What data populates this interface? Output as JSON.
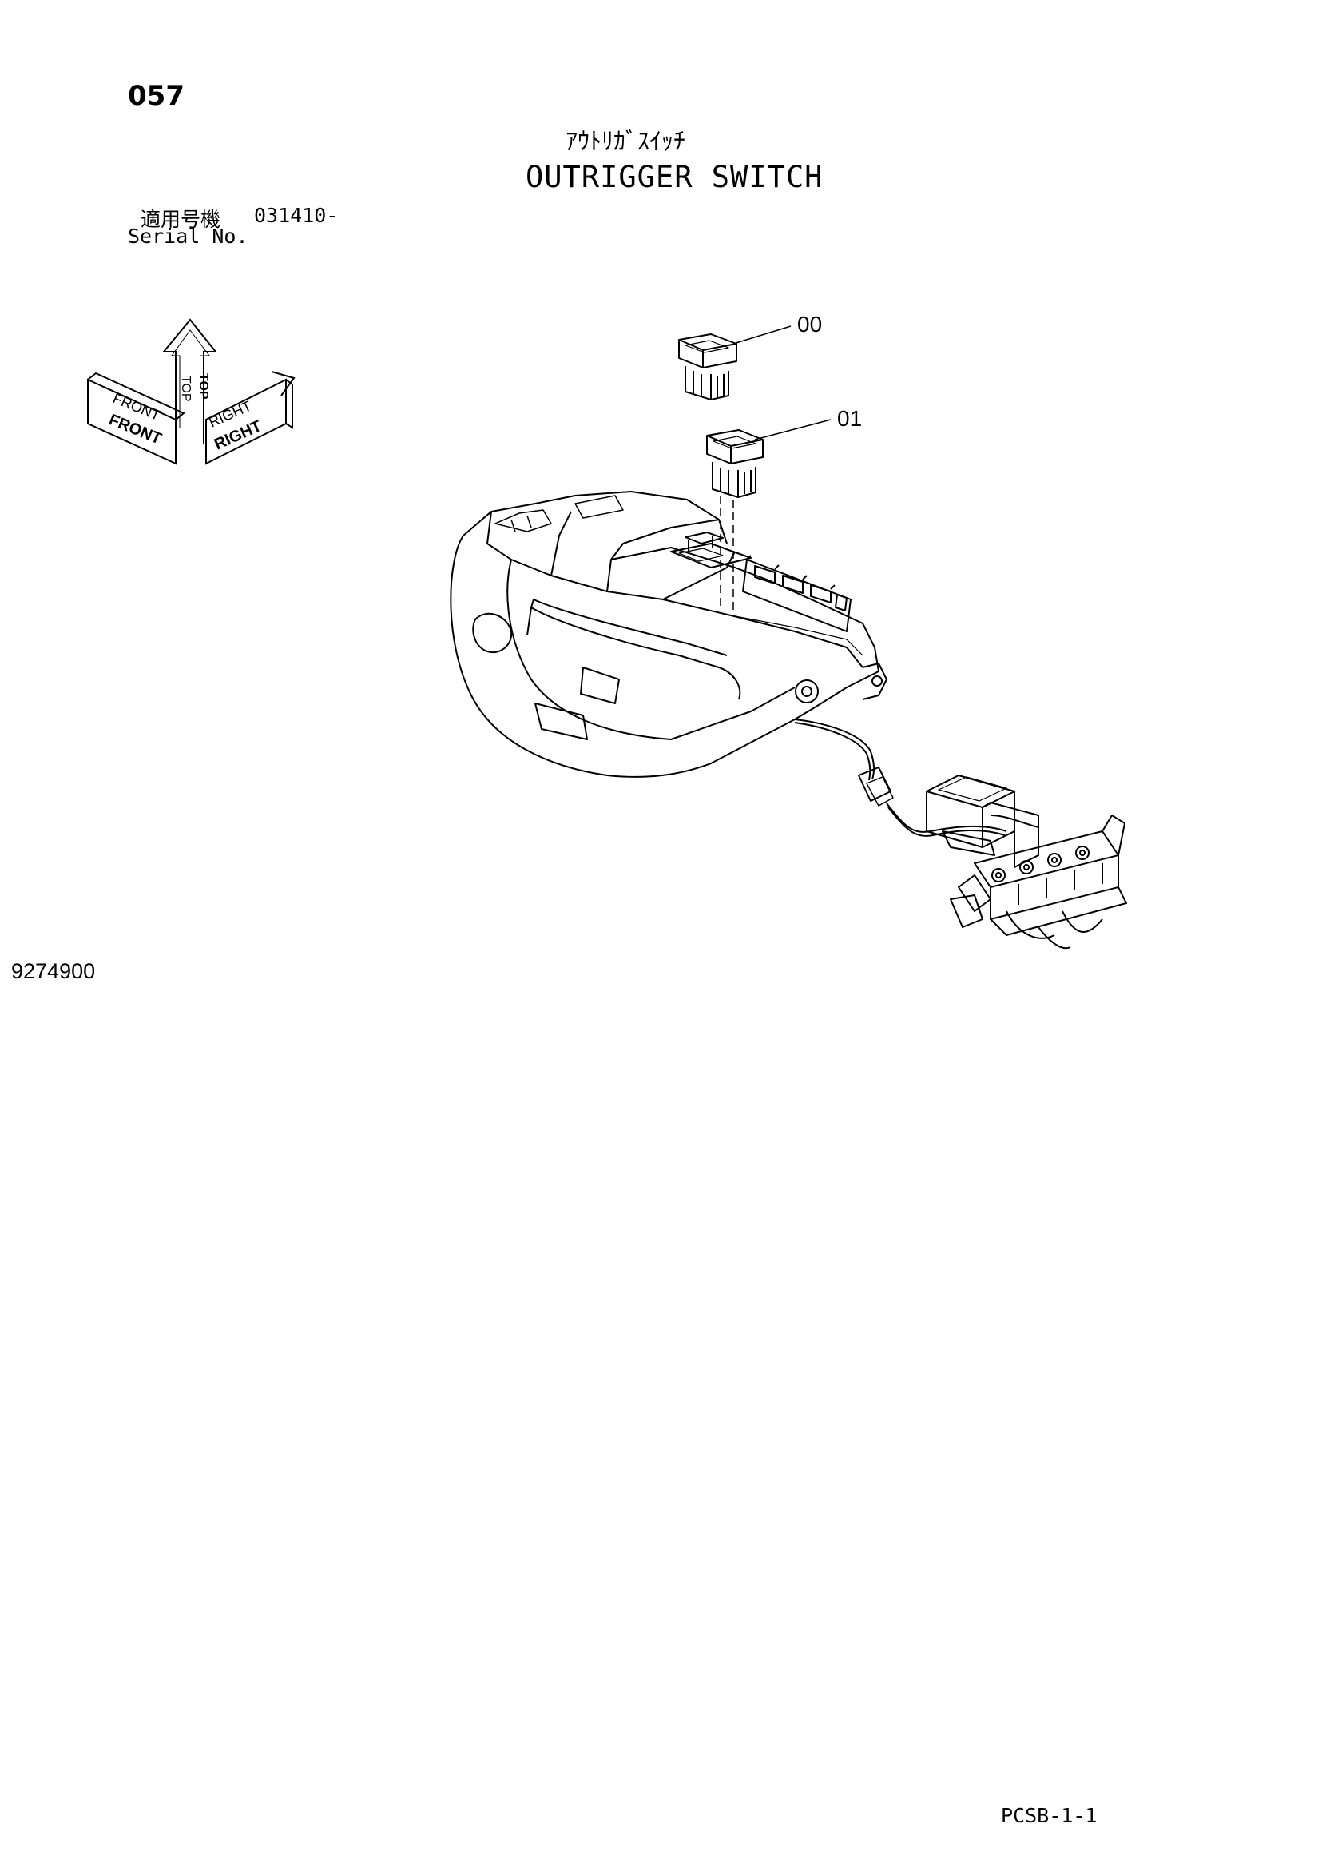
{
  "header": {
    "page_number": "057",
    "title_jp": "ｱｳﾄﾘｶﾞｽｲｯﾁ",
    "title_en": "OUTRIGGER SWITCH"
  },
  "serial": {
    "label_jp": "適用号機",
    "value": "031410-",
    "label_en": "Serial No."
  },
  "orientation": {
    "front": "FRONT",
    "front_mirror": "FRONT",
    "top": "TOP",
    "top_mirror": "TOP",
    "right": "RIGHT",
    "right_mirror": "RIGHT"
  },
  "callouts": {
    "part_00": "00",
    "part_01": "01"
  },
  "figure_number": "9274900",
  "page_code": "PCSB-1-1"
}
